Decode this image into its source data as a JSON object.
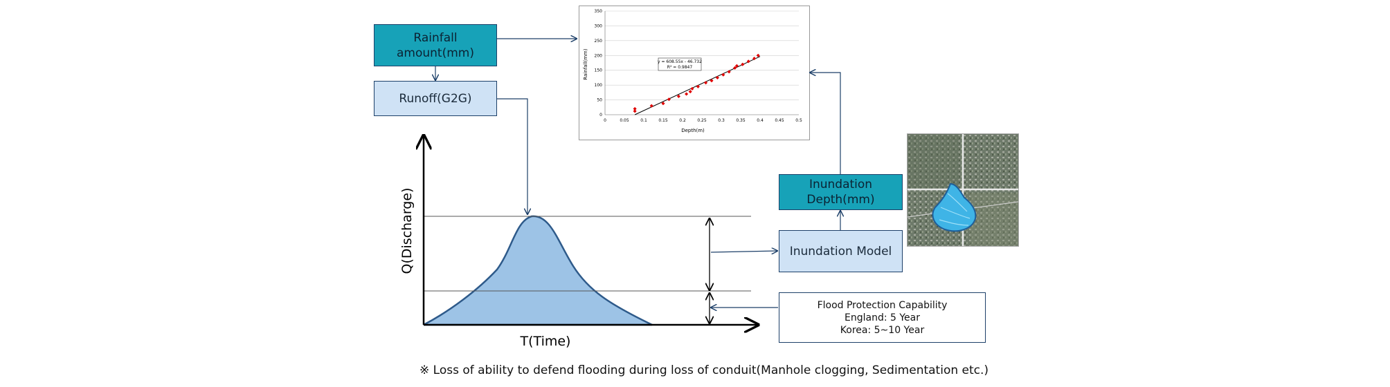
{
  "boxes": {
    "rainfall": "Rainfall\namount(mm)",
    "runoff": "Runoff(G2G)",
    "inundation_depth": "Inundation\nDepth(mm)",
    "inundation_model": "Inundation Model",
    "flood_protection": {
      "title": "Flood Protection Capability",
      "line1": "England: 5 Year",
      "line2": "Korea: 5~10 Year"
    }
  },
  "hydrograph": {
    "y_label": "Q(Discharge)",
    "x_label": "T(Time)"
  },
  "footnote": "※ Loss of ability to defend flooding during loss of conduit(Manhole clogging, Sedimentation etc.)",
  "colors": {
    "teal_box": "#17a2b8",
    "light_box": "#cfe2f5",
    "hydrograph_fill": "#9dc3e6",
    "arrow": "#1c3f68",
    "point": "#e00000"
  },
  "chart_data": {
    "type": "scatter",
    "xlabel": "Depth(m)",
    "ylabel": "Rainfall(mm)",
    "xlim": [
      0,
      0.5
    ],
    "ylim": [
      0,
      350
    ],
    "x_ticks": [
      "0",
      "0.05",
      "0.1",
      "0.15",
      "0.2",
      "0.25",
      "0.3",
      "0.35",
      "0.4",
      "0.45",
      "0.5"
    ],
    "y_ticks": [
      "0",
      "50",
      "100",
      "150",
      "200",
      "250",
      "300",
      "350"
    ],
    "grid": true,
    "equation": "y = 608.55x - 46.732",
    "r_squared": "R² = 0.9847",
    "trendline": {
      "x": [
        0.077,
        0.4
      ],
      "y": [
        0,
        196.7
      ]
    },
    "points": [
      {
        "x": 0.077,
        "y": 12
      },
      {
        "x": 0.077,
        "y": 20
      },
      {
        "x": 0.12,
        "y": 30
      },
      {
        "x": 0.15,
        "y": 38
      },
      {
        "x": 0.165,
        "y": 52
      },
      {
        "x": 0.19,
        "y": 62
      },
      {
        "x": 0.21,
        "y": 70
      },
      {
        "x": 0.22,
        "y": 78
      },
      {
        "x": 0.225,
        "y": 88
      },
      {
        "x": 0.24,
        "y": 95
      },
      {
        "x": 0.26,
        "y": 108
      },
      {
        "x": 0.275,
        "y": 115
      },
      {
        "x": 0.29,
        "y": 125
      },
      {
        "x": 0.305,
        "y": 135
      },
      {
        "x": 0.32,
        "y": 145
      },
      {
        "x": 0.335,
        "y": 158
      },
      {
        "x": 0.34,
        "y": 165
      },
      {
        "x": 0.355,
        "y": 170
      },
      {
        "x": 0.37,
        "y": 180
      },
      {
        "x": 0.385,
        "y": 190
      },
      {
        "x": 0.395,
        "y": 200
      }
    ]
  }
}
